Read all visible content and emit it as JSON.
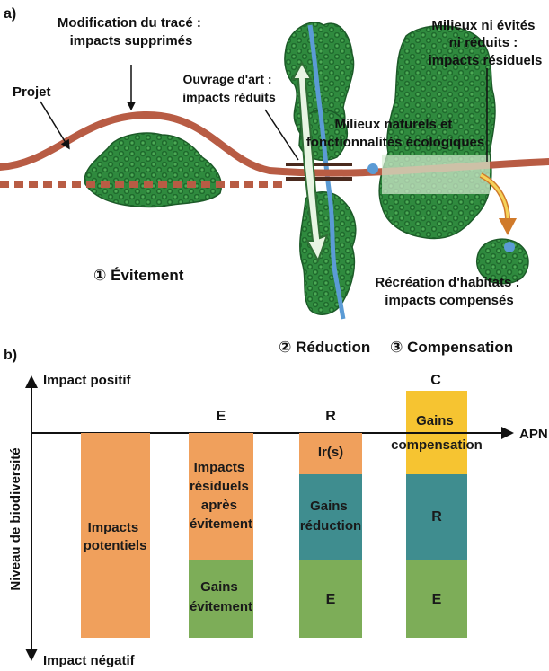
{
  "panel_a": {
    "letter": "a)",
    "modification_line1": "Modification du tracé :",
    "modification_line2": "impacts supprimés",
    "projet": "Projet",
    "ouvrage_line1": "Ouvrage d'art :",
    "ouvrage_line2": "impacts réduits",
    "milieux_nat_line1": "Milieux naturels et",
    "milieux_nat_line2": "fonctionnalités écologiques",
    "milieux_ni_line1": "Milieux ni évités",
    "milieux_ni_line2": "ni réduits :",
    "milieux_ni_line3": "impacts résiduels",
    "recreation_line1": "Récréation d'habitats :",
    "recreation_line2": "impacts compensés",
    "evitement": "① Évitement",
    "reduction": "② Réduction",
    "compensation": "③ Compensation"
  },
  "panel_b": {
    "letter": "b)",
    "impact_positif": "Impact positif",
    "impact_negatif": "Impact négatif",
    "y_axis_label": "Niveau de biodiversité",
    "apn": "APN",
    "col_e": "E",
    "col_r": "R",
    "col_c": "C",
    "bar1_line1": "Impacts",
    "bar1_line2": "potentiels",
    "bar2_line1": "Impacts",
    "bar2_line2": "résiduels",
    "bar2_line3": "après",
    "bar2_line4": "évitement",
    "bar2_gain_line1": "Gains",
    "bar2_gain_line2": "évitement",
    "bar3_ir": "Ir(s)",
    "bar3_gain_line1": "Gains",
    "bar3_gain_line2": "réduction",
    "bar3_e": "E",
    "bar4_gain_line1": "Gains",
    "bar4_gain_line2": "compensation",
    "bar4_r": "R",
    "bar4_e": "E"
  },
  "colors": {
    "orange": "#f0a05c",
    "green": "#7dad58",
    "teal": "#3f8d8f",
    "yellow": "#f6c431",
    "road": "#b85c44",
    "forest": "#2e7d3a",
    "river": "#5b9bd5"
  },
  "icons": {
    "arrow_up": "up-arrow-icon",
    "arrow_down": "down-arrow-icon",
    "arrow_right": "right-arrow-icon"
  }
}
